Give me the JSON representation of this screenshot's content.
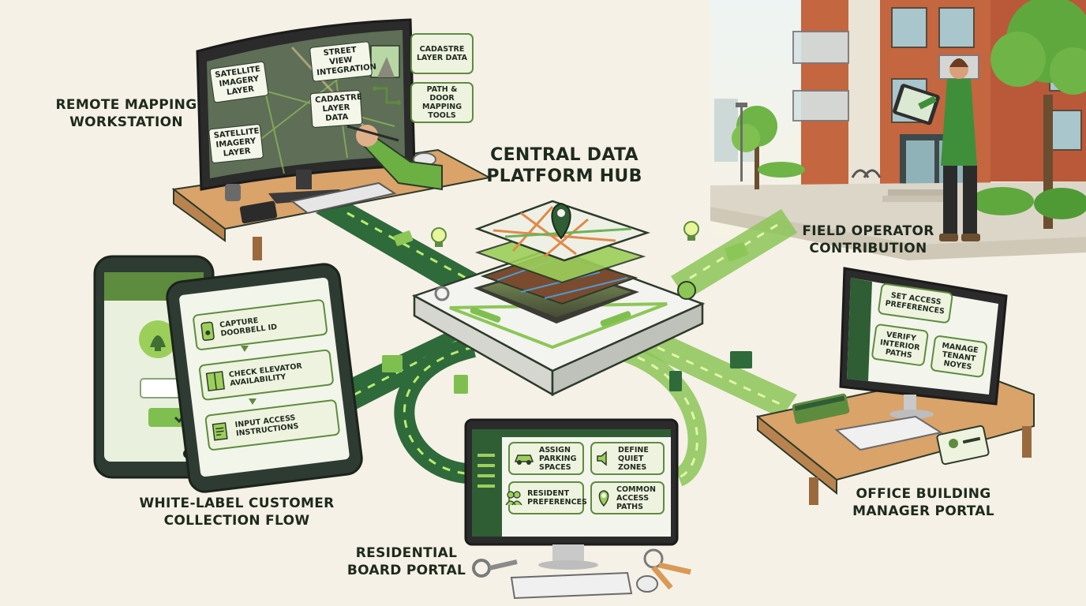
{
  "hub": {
    "title_line1": "CENTRAL DATA",
    "title_line2": "PLATFORM HUB"
  },
  "remote_mapping": {
    "label_line1": "REMOTE MAPPING",
    "label_line2": "WORKSTATION",
    "overlays": [
      {
        "lines": [
          "SATELLITE",
          "IMAGERY",
          "LAYER"
        ]
      },
      {
        "lines": [
          "SATELLITE",
          "IMAGERY",
          "LAYER"
        ]
      },
      {
        "lines": [
          "STREET VIEW",
          "INTEGRATION"
        ]
      },
      {
        "lines": [
          "CADASTRE",
          "LAYER",
          "DATA"
        ]
      }
    ],
    "side_cards": [
      {
        "lines": [
          "CADASTRE",
          "LAYER DATA"
        ]
      },
      {
        "lines": [
          "PATH & DOOR",
          "MAPPING",
          "TOOLS"
        ]
      }
    ]
  },
  "field_operator": {
    "label_line1": "FIELD OPERATOR",
    "label_line2": "CONTRIBUTION"
  },
  "customer_flow": {
    "label_line1": "WHITE-LABEL CUSTOMER",
    "label_line2": "COLLECTION FLOW",
    "steps": [
      {
        "lines": [
          "CAPTURE",
          "DOORBELL ID"
        ]
      },
      {
        "lines": [
          "CHECK ELEVATOR",
          "AVAILABILITY"
        ]
      },
      {
        "lines": [
          "INPUT ACCESS",
          "INSTRUCTIONS"
        ]
      }
    ]
  },
  "residential_portal": {
    "label_line1": "RESIDENTIAL",
    "label_line2": "BOARD PORTAL",
    "cards": [
      {
        "lines": [
          "ASSIGN",
          "PARKING",
          "SPACES"
        ]
      },
      {
        "lines": [
          "DEFINE",
          "QUIET",
          "ZONES"
        ]
      },
      {
        "lines": [
          "RESIDENT",
          "PREFERENCES"
        ]
      },
      {
        "lines": [
          "COMMON",
          "ACCESS",
          "PATHS"
        ]
      }
    ]
  },
  "office_portal": {
    "label_line1": "OFFICE BUILDING",
    "label_line2": "MANAGER PORTAL",
    "cards": [
      {
        "lines": [
          "SET ACCESS",
          "PREFERENCES"
        ]
      },
      {
        "lines": [
          "VERIFY",
          "INTERIOR",
          "PATHS"
        ]
      },
      {
        "lines": [
          "MANAGE",
          "TENANT",
          "NOYES"
        ]
      }
    ]
  },
  "colors": {
    "background": "#f5f1e6",
    "brand_green": "#5e8c3e",
    "dark_green": "#2f5d34",
    "light_green": "#9ccf5a",
    "brick": "#c4663f",
    "wood": "#d9a36a"
  },
  "icons": [
    "map-pin-icon",
    "bell-icon",
    "doorbell-icon",
    "elevator-icon",
    "instructions-icon",
    "car-icon",
    "speaker-icon",
    "people-icon",
    "location-icon",
    "key-icon",
    "id-badge-icon",
    "lightbulb-icon",
    "gear-icon"
  ]
}
